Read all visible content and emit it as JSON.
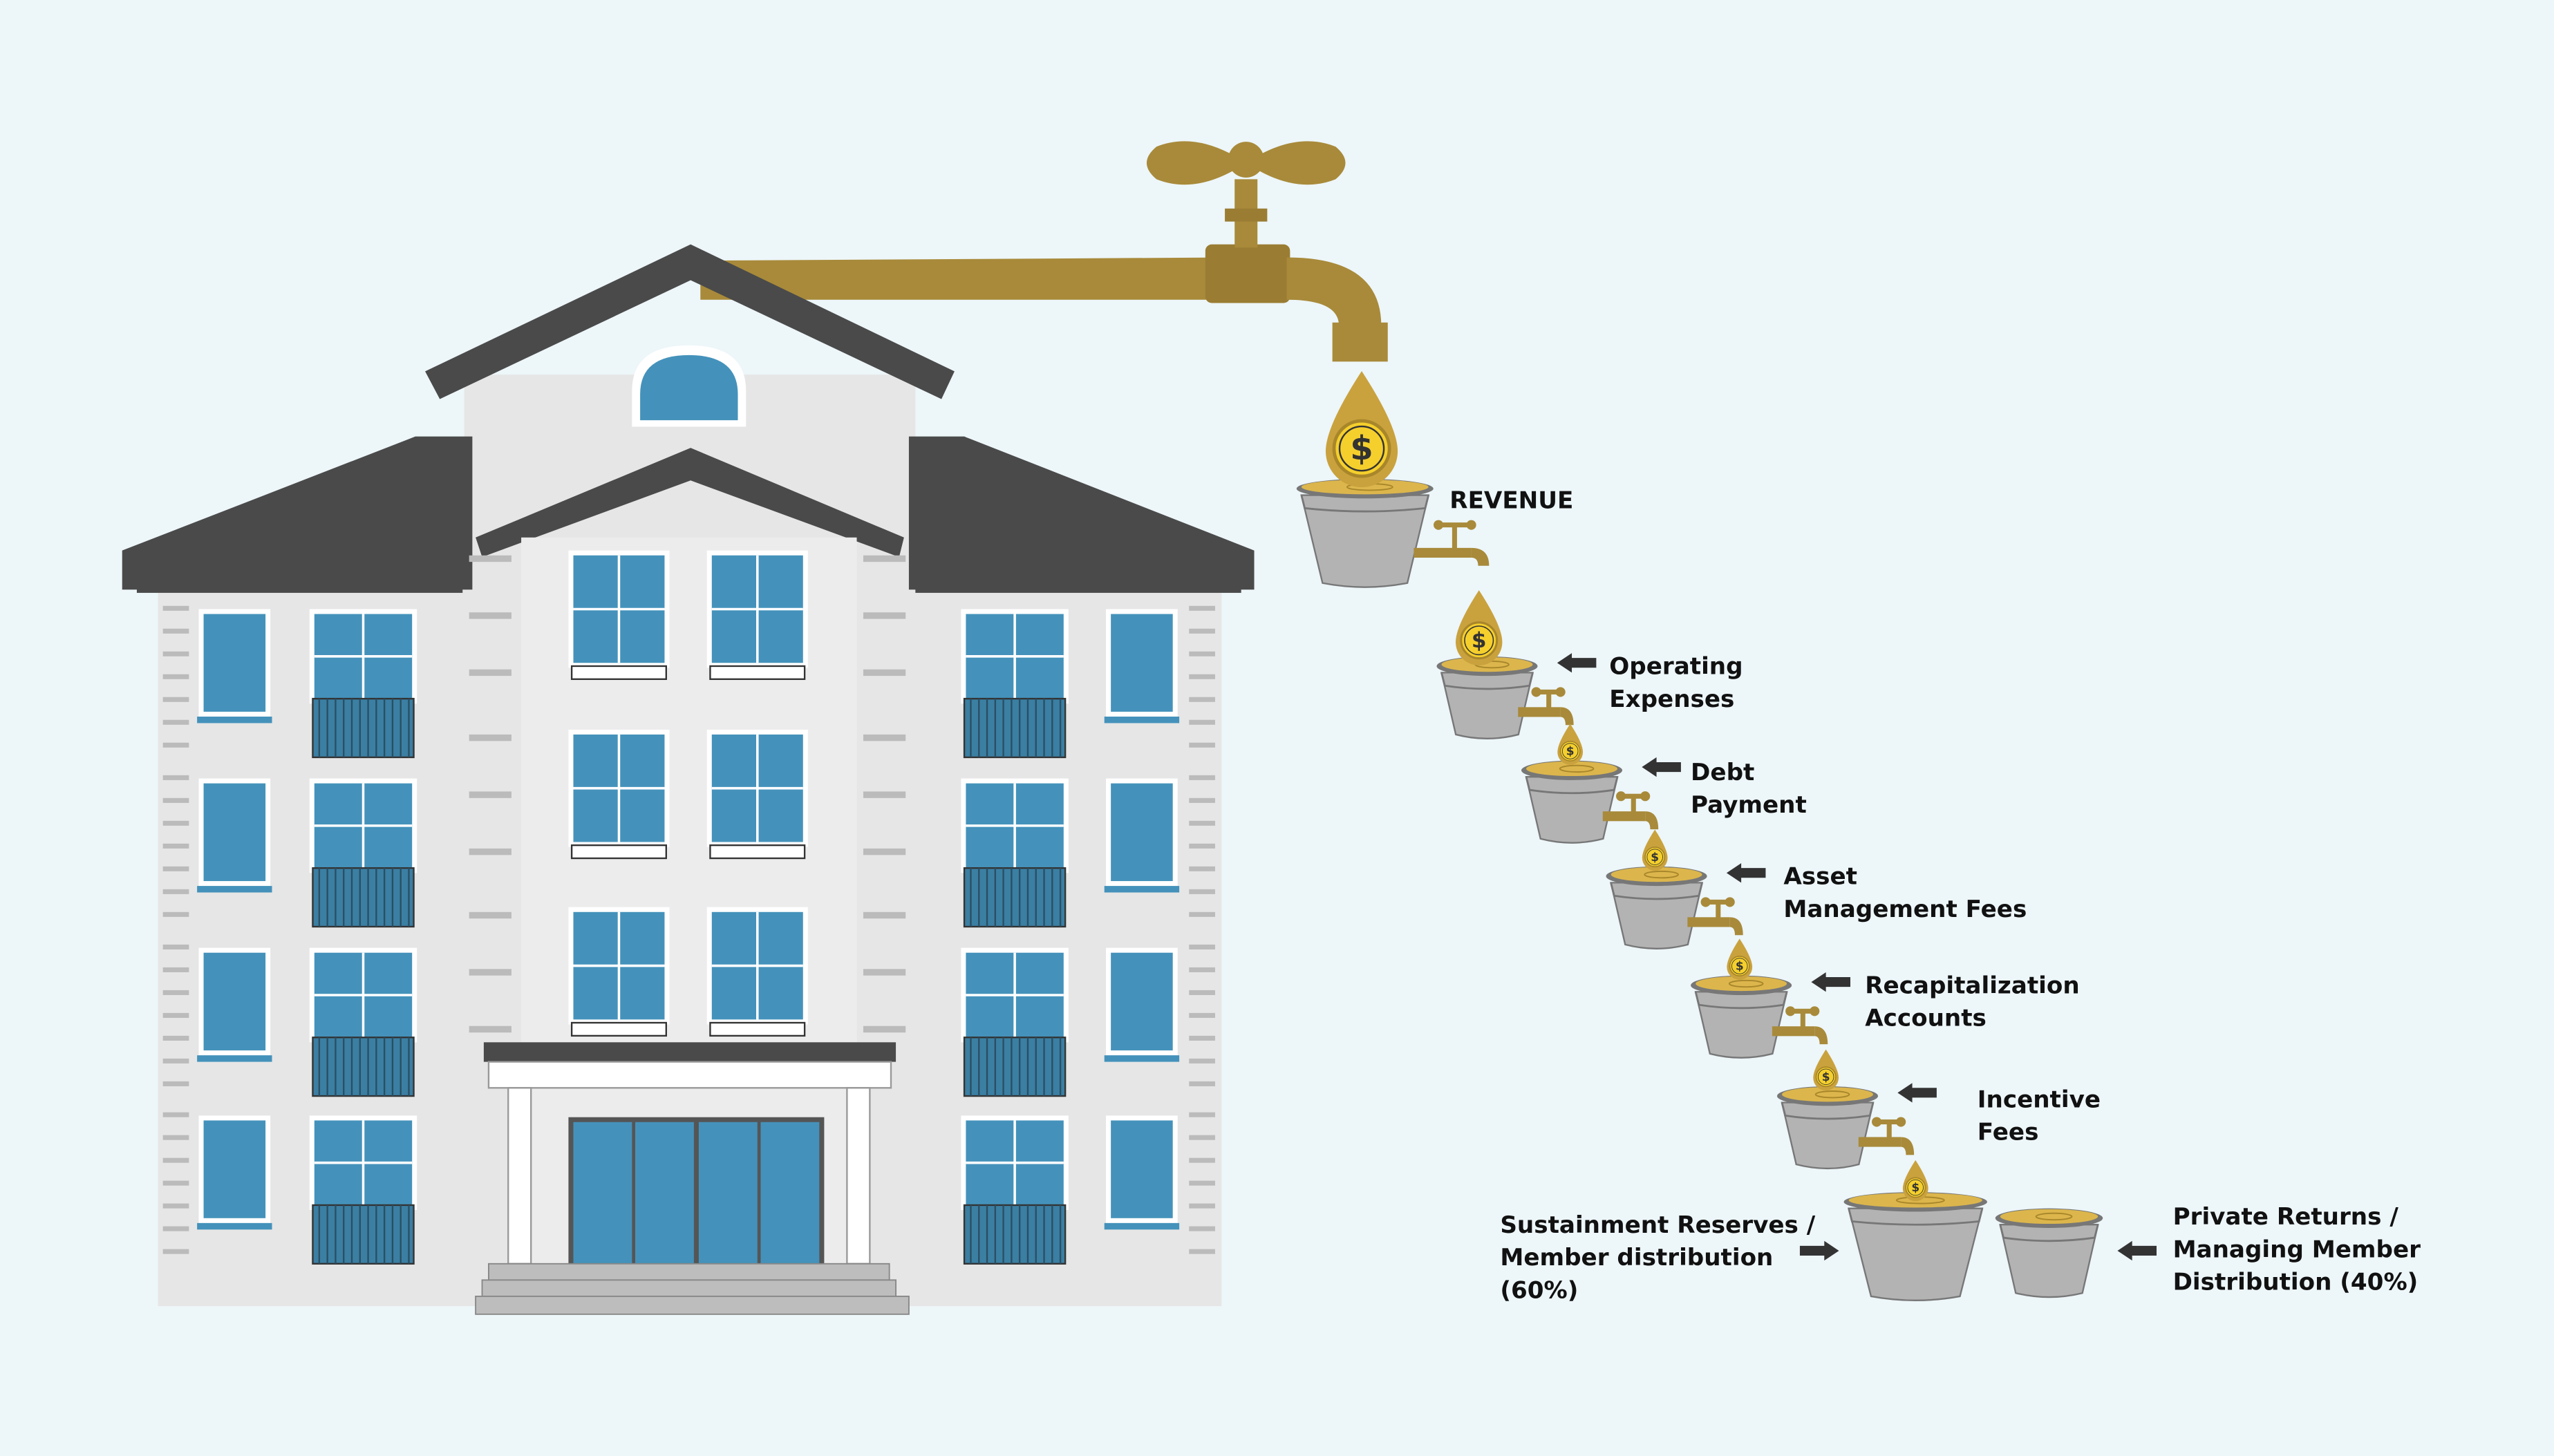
{
  "colors": {
    "background": "#edf6f9",
    "gold": "#a88a3a",
    "coin": "#f5cf2c",
    "bucket": "#b3b3b3",
    "roof": "#4a4a4a",
    "wall": "#e6e6e6",
    "window": "#4492bb",
    "arrow": "#333333"
  },
  "stages": [
    {
      "lines": [
        "REVENUE"
      ]
    },
    {
      "lines": [
        "Operating",
        "Expenses"
      ]
    },
    {
      "lines": [
        "Debt",
        "Payment"
      ]
    },
    {
      "lines": [
        "Asset",
        "Management Fees"
      ]
    },
    {
      "lines": [
        "Recapitalization",
        "Accounts"
      ]
    },
    {
      "lines": [
        "Incentive",
        "Fees"
      ]
    }
  ],
  "distribution": {
    "left": {
      "lines": [
        "Sustainment Reserves /",
        "Member distribution",
        "(60%)"
      ]
    },
    "right": {
      "lines": [
        "Private Returns /",
        "Managing  Member",
        "Distribution (40%)"
      ]
    }
  },
  "coin_symbol": "$"
}
